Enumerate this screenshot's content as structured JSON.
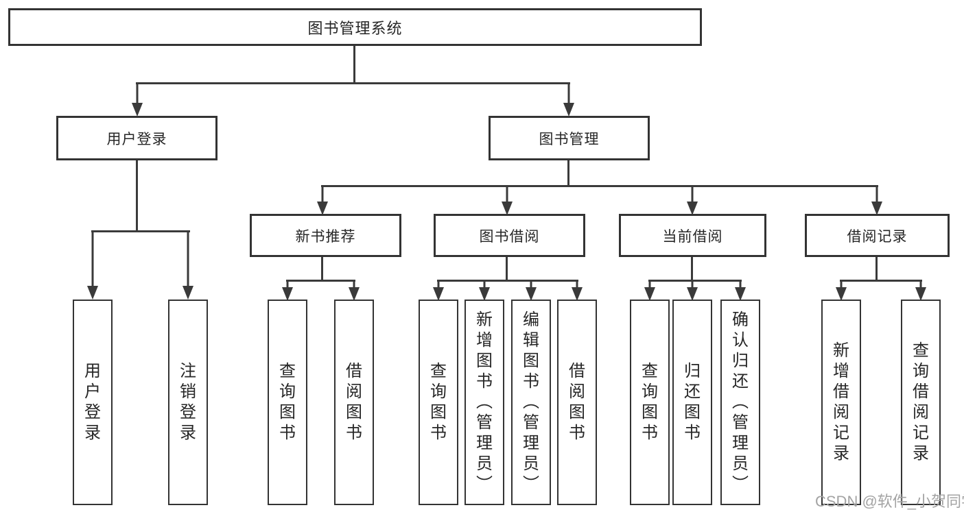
{
  "colors": {
    "line": "#3a3a3a",
    "border": "#333333",
    "text": "#262626",
    "background": "#ffffff",
    "watermark": "#a3a3a3"
  },
  "diagram": {
    "root": {
      "label": "图书管理系统"
    },
    "level2": [
      {
        "label": "用户登录"
      },
      {
        "label": "图书管理"
      }
    ],
    "level3": [
      {
        "label": "新书推荐"
      },
      {
        "label": "图书借阅"
      },
      {
        "label": "当前借阅"
      },
      {
        "label": "借阅记录"
      }
    ],
    "leaves": {
      "user_login": [
        {
          "label": "用户登录"
        },
        {
          "label": "注销登录"
        }
      ],
      "new_books": [
        {
          "label": "查询图书"
        },
        {
          "label": "借阅图书"
        }
      ],
      "book_borrow": [
        {
          "label": "查询图书"
        },
        {
          "label": "新增图书（管理员）"
        },
        {
          "label": "编辑图书（管理员）"
        },
        {
          "label": "借阅图书"
        }
      ],
      "current_borrow": [
        {
          "label": "查询图书"
        },
        {
          "label": "归还图书"
        },
        {
          "label": "确认归还（管理员）"
        }
      ],
      "borrow_records": [
        {
          "label": "新增借阅记录"
        },
        {
          "label": "查询借阅记录"
        }
      ]
    }
  },
  "watermark": {
    "text": "CSDN @软件_小贺同学"
  }
}
